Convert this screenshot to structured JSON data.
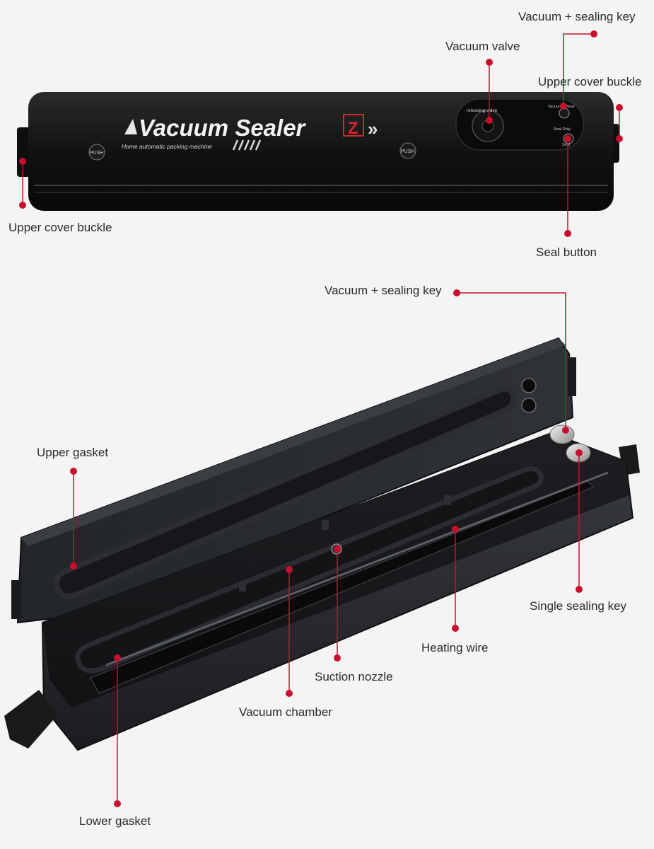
{
  "product": {
    "brand_title": "Vacuum Sealer",
    "brand_badge": "Z",
    "subtitle": "Home automatic packing machine",
    "push_label": "PUSH",
    "valve_text": "releasing valve",
    "panel_text_1": "Vacuum & Seal",
    "panel_text_2": "Seal Only",
    "panel_text_3": "Seal"
  },
  "callouts": {
    "vacuum_sealing_key_top": "Vacuum + sealing key",
    "vacuum_valve": "Vacuum valve",
    "upper_cover_buckle_right": "Upper cover buckle",
    "upper_cover_buckle_left": "Upper cover buckle",
    "seal_button": "Seal button",
    "vacuum_sealing_key_bottom": "Vacuum + sealing key",
    "upper_gasket": "Upper gasket",
    "single_sealing_key": "Single sealing key",
    "heating_wire": "Heating wire",
    "suction_nozzle": "Suction nozzle",
    "vacuum_chamber": "Vacuum chamber",
    "lower_gasket": "Lower gasket"
  },
  "colors": {
    "callout": "#c8102e",
    "device_body": "#141414",
    "background": "#f4f4f4"
  }
}
